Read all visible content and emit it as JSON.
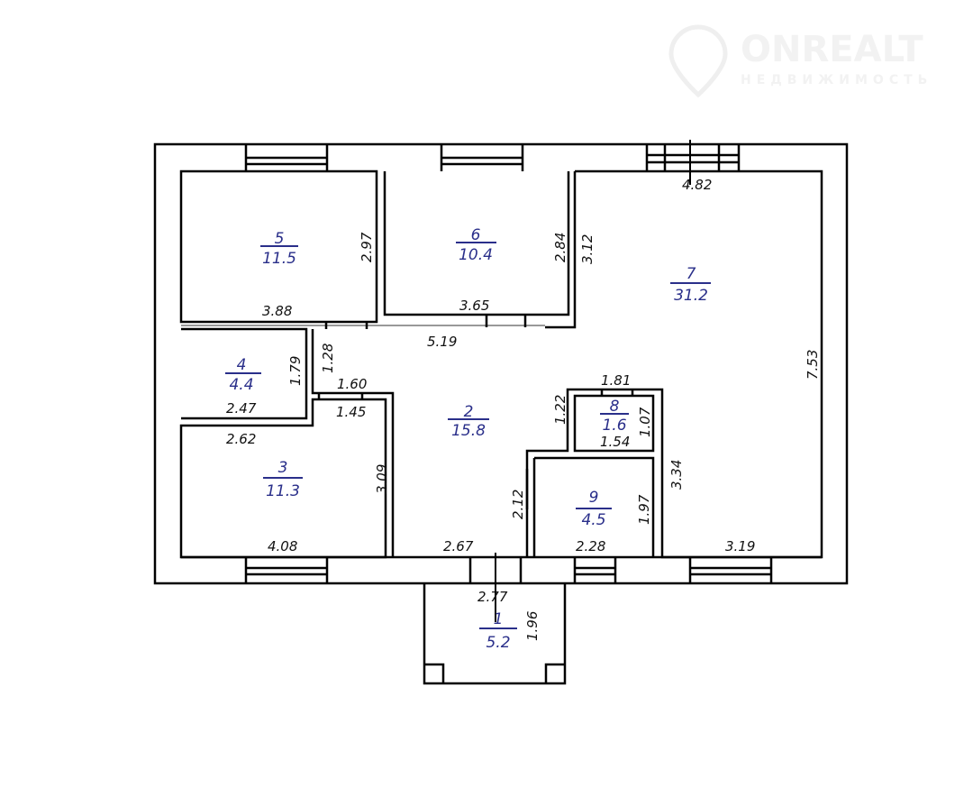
{
  "logo": {
    "name": "ONREALT",
    "subtitle": "НЕДВИЖИМОСТЬ"
  },
  "rooms": [
    {
      "number": "1",
      "area": "5.2"
    },
    {
      "number": "2",
      "area": "15.8"
    },
    {
      "number": "3",
      "area": "11.3"
    },
    {
      "number": "4",
      "area": "4.4"
    },
    {
      "number": "5",
      "area": "11.5"
    },
    {
      "number": "6",
      "area": "10.4"
    },
    {
      "number": "7",
      "area": "31.2"
    },
    {
      "number": "8",
      "area": "1.6"
    },
    {
      "number": "9",
      "area": "4.5"
    }
  ],
  "dimensions": {
    "d482": "4.82",
    "d297": "2.97",
    "d284": "2.84",
    "d312": "3.12",
    "d388": "3.88",
    "d365": "3.65",
    "d519": "5.19",
    "d753": "7.53",
    "d128": "1.28",
    "d179": "1.79",
    "d160": "1.60",
    "d145": "1.45",
    "d247": "2.47",
    "d262": "2.62",
    "d181": "1.81",
    "d122": "1.22",
    "d107": "1.07",
    "d154": "1.54",
    "d334": "3.34",
    "d309": "3.09",
    "d212": "2.12",
    "d197": "1.97",
    "d408": "4.08",
    "d267": "2.67",
    "d228": "2.28",
    "d319": "3.19",
    "d277": "2.77",
    "d196": "1.96"
  }
}
